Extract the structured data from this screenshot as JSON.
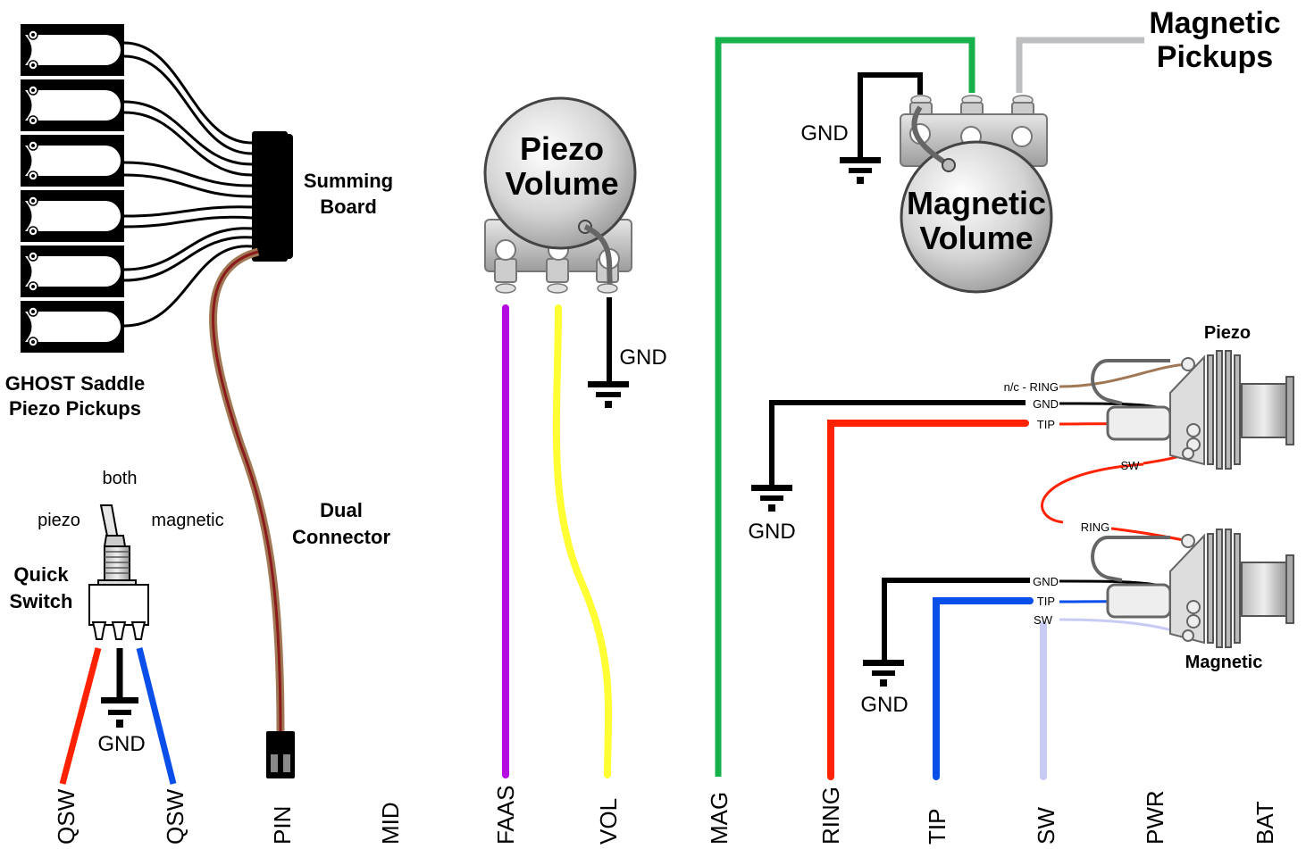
{
  "labels": {
    "ghost_title_1": "GHOST Saddle",
    "ghost_title_2": "Piezo Pickups",
    "summing_1": "Summing",
    "summing_2": "Board",
    "dual_1": "Dual",
    "dual_2": "Connector",
    "piezo_vol_1": "Piezo",
    "piezo_vol_2": "Volume",
    "mag_vol_1": "Magnetic",
    "mag_vol_2": "Volume",
    "mag_pickups_1": "Magnetic",
    "mag_pickups_2": "Pickups",
    "switch_both": "both",
    "switch_piezo": "piezo",
    "switch_magnetic": "magnetic",
    "switch_title_1": "Quick",
    "switch_title_2": "Switch",
    "gnd": "GND",
    "jack_piezo": "Piezo",
    "jack_magnetic": "Magnetic",
    "jack_nc_ring": "n/c - RING",
    "jack_gnd": "GND",
    "jack_tip": "TIP",
    "jack_sw": "SW",
    "jack_ring": "RING"
  },
  "bottom_pins": [
    "QSW",
    "QSW",
    "PIN",
    "MID",
    "FAAS",
    "VOL",
    "MAG",
    "RING",
    "TIP",
    "SW",
    "PWR",
    "BAT"
  ],
  "colors": {
    "purple": "#B40BE0",
    "yellow": "#FFFF33",
    "green": "#16B14B",
    "red": "#FF2200",
    "blue": "#0A4FEA",
    "lavender": "#C8CCF5",
    "brown": "#A07856",
    "gray_wire": "#BDBEBF"
  }
}
